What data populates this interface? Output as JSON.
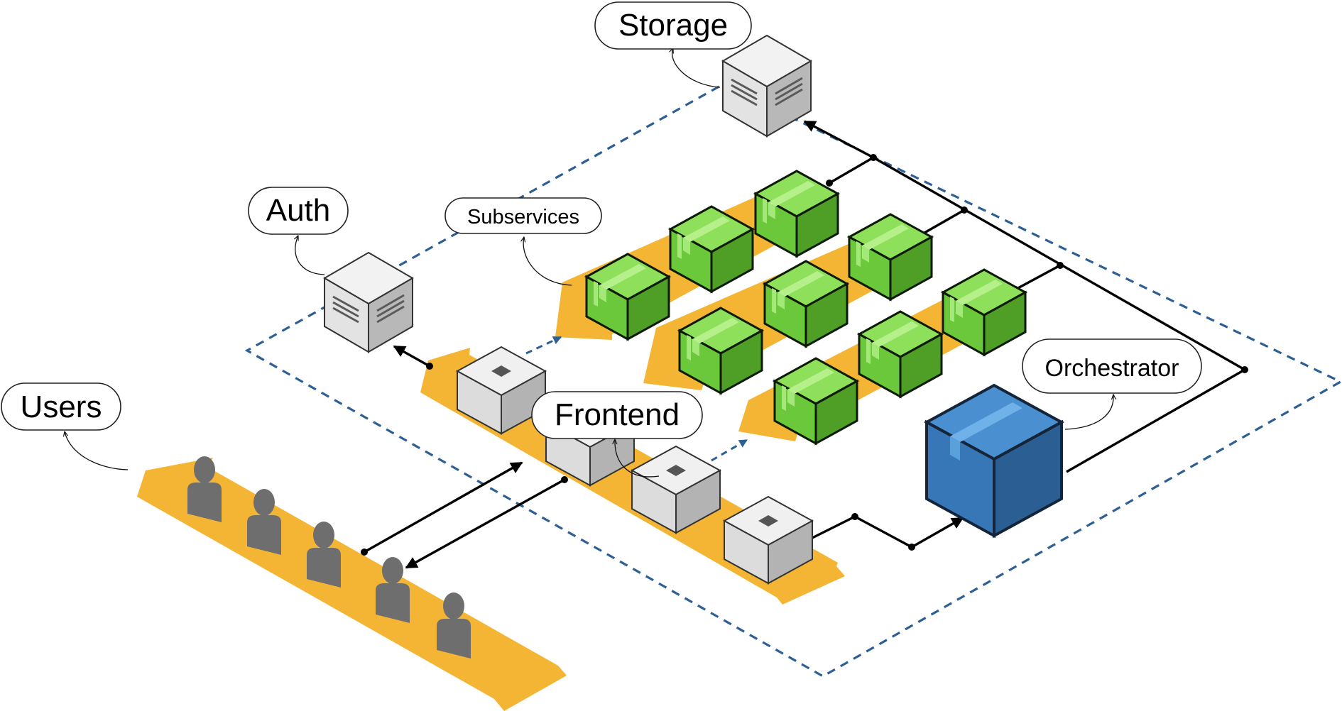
{
  "labels": {
    "storage": "Storage",
    "auth": "Auth",
    "subservices": "Subservices",
    "users": "Users",
    "frontend": "Frontend",
    "orchestrator": "Orchestrator"
  },
  "colors": {
    "band": "#f3b533",
    "boundary": "#2d5f94",
    "subservice_box": "#7ed957",
    "orchestrator_box": "#2f6faf",
    "server_box": "#d9d9d9",
    "person": "#6e6e6e"
  },
  "icons": {
    "storage": "server-icon",
    "auth": "server-icon",
    "frontend": "server-box-icon",
    "subservice": "package-icon",
    "orchestrator": "package-icon",
    "user": "person-icon"
  }
}
